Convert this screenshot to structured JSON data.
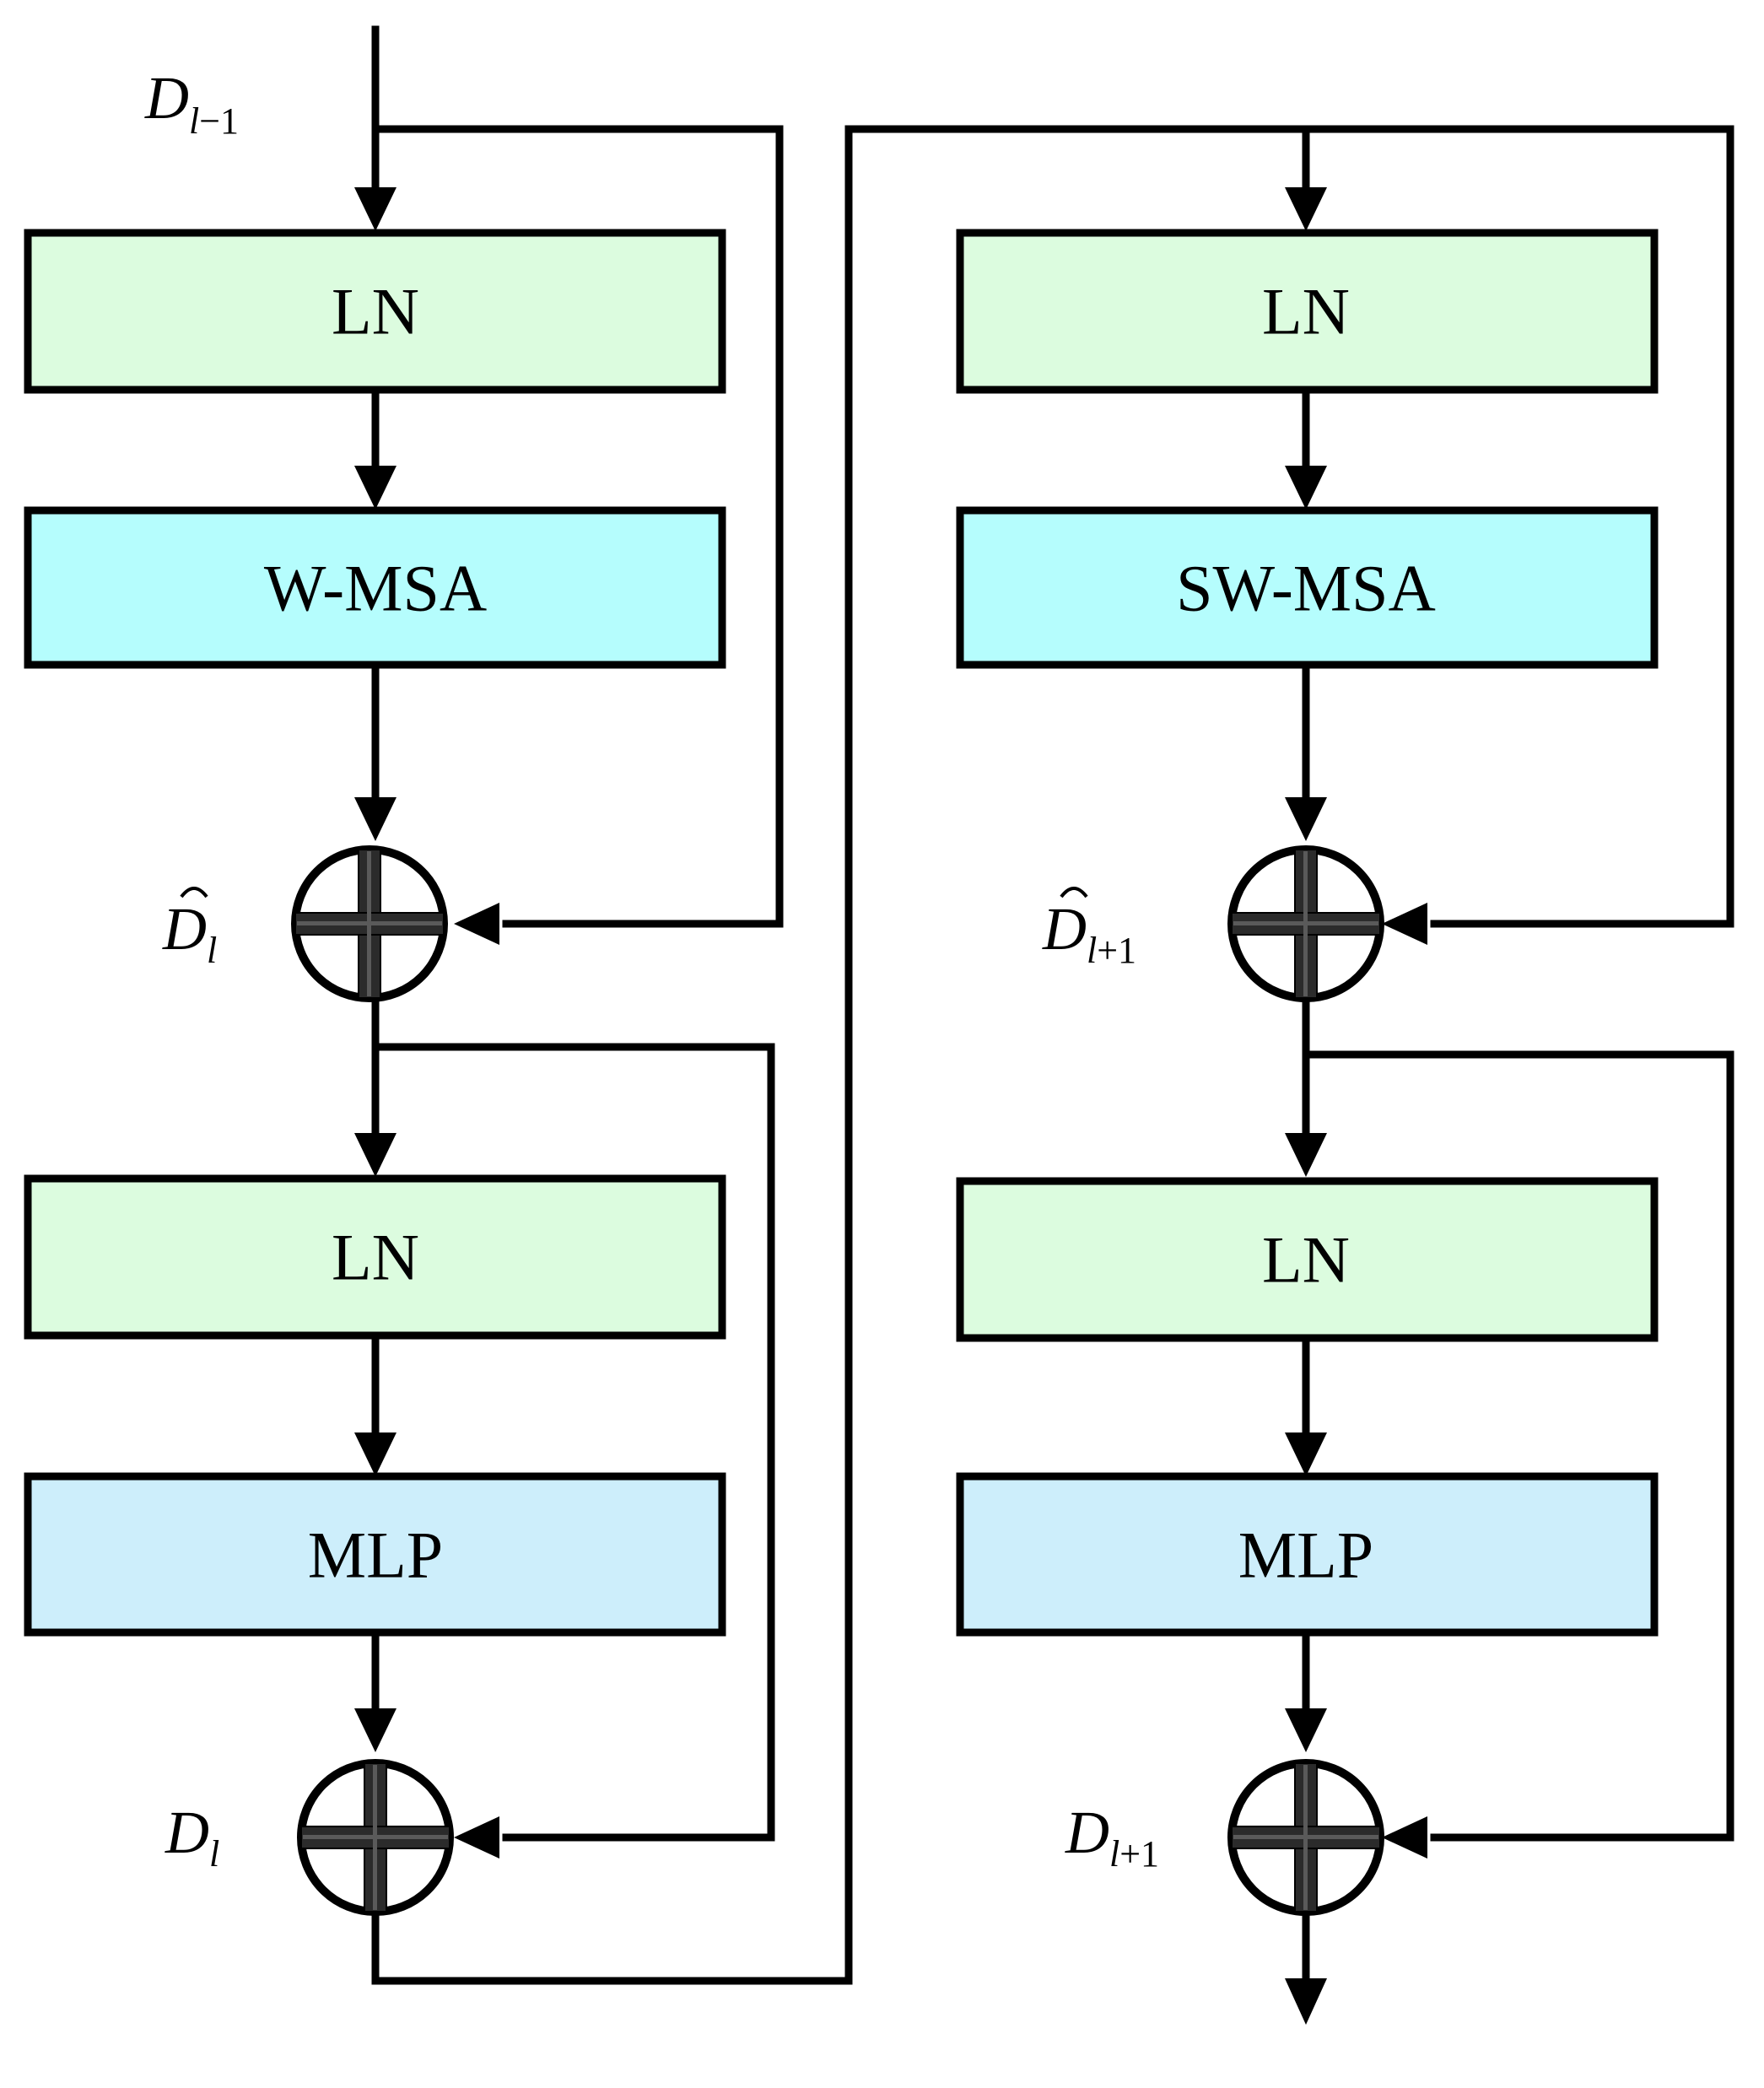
{
  "diagram": {
    "left_column": {
      "input_label": {
        "base": "D",
        "sub_var": "l",
        "sub_rest": "−1"
      },
      "ln_top": "LN",
      "attention": "W-MSA",
      "hat_sum_label": {
        "base": "D",
        "sub_var": "l",
        "sub_rest": ""
      },
      "ln_bottom": "LN",
      "mlp": "MLP",
      "sum_label": {
        "base": "D",
        "sub_var": "l",
        "sub_rest": ""
      }
    },
    "right_column": {
      "ln_top": "LN",
      "attention": "SW-MSA",
      "hat_sum_label": {
        "base": "D",
        "sub_var": "l",
        "sub_rest": "+1"
      },
      "ln_bottom": "LN",
      "mlp": "MLP",
      "sum_label": {
        "base": "D",
        "sub_var": "l",
        "sub_rest": "+1"
      }
    },
    "colors": {
      "ln_fill": "#dcfcdf",
      "msa_fill": "#b5fdfd",
      "mlp_fill": "#cdeefb",
      "line": "#000000"
    }
  }
}
